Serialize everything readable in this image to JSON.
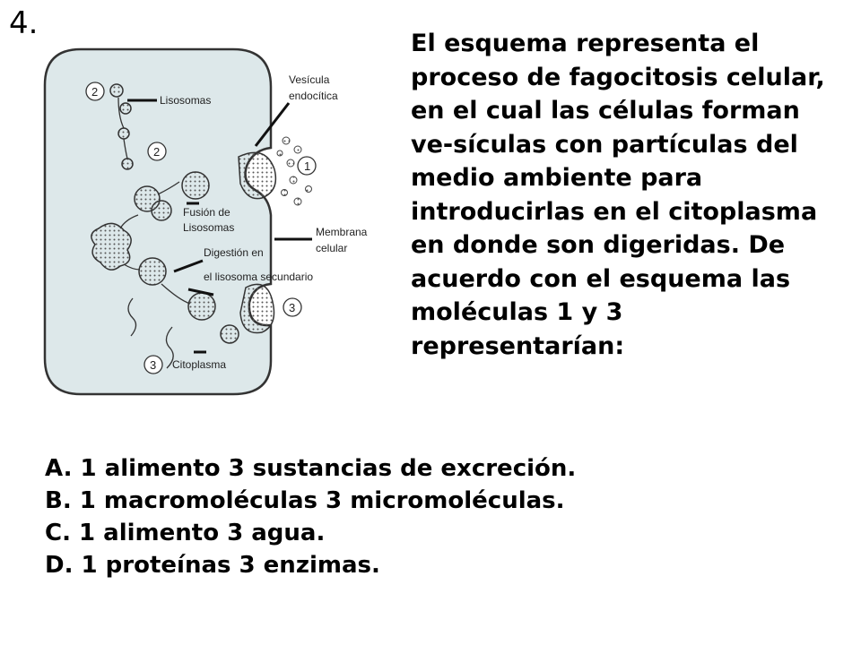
{
  "question_number": "4.",
  "stem_lines": [
    "El esquema representa el",
    "proceso de fagocitosis celular,",
    "en el cual las células forman",
    "ve-sículas con partículas del",
    "medio ambiente para",
    "introducirlas en el citoplasma",
    "en donde son digeridas. De",
    "acuerdo con el esquema las",
    "moléculas 1 y 3",
    "representarían:"
  ],
  "diagram": {
    "labels": {
      "lisosomas": "Lisosomas",
      "vesicula_1": "Vesícula",
      "vesicula_2": "endocítica",
      "fusion_1": "Fusión de",
      "fusion_2": "Lisosomas",
      "membrana_1": "Membrana",
      "membrana_2": "celular",
      "digestion_1": "Digestión en",
      "digestion_2": "el lisosoma secundario",
      "citoplasma": "Citoplasma"
    },
    "markers": {
      "m2_top": "2",
      "m2_mid": "2",
      "m1": "1",
      "m3_right": "3",
      "m3_bottom": "3"
    }
  },
  "options": [
    {
      "letter": "A.",
      "text": "1 alimento 3 sustancias de excreción."
    },
    {
      "letter": "B.",
      "text": "1 macromoléculas 3 micromoléculas."
    },
    {
      "letter": "C.",
      "text": "1 alimento 3 agua."
    },
    {
      "letter": "D.",
      "text": "1 proteínas 3 enzimas."
    }
  ]
}
